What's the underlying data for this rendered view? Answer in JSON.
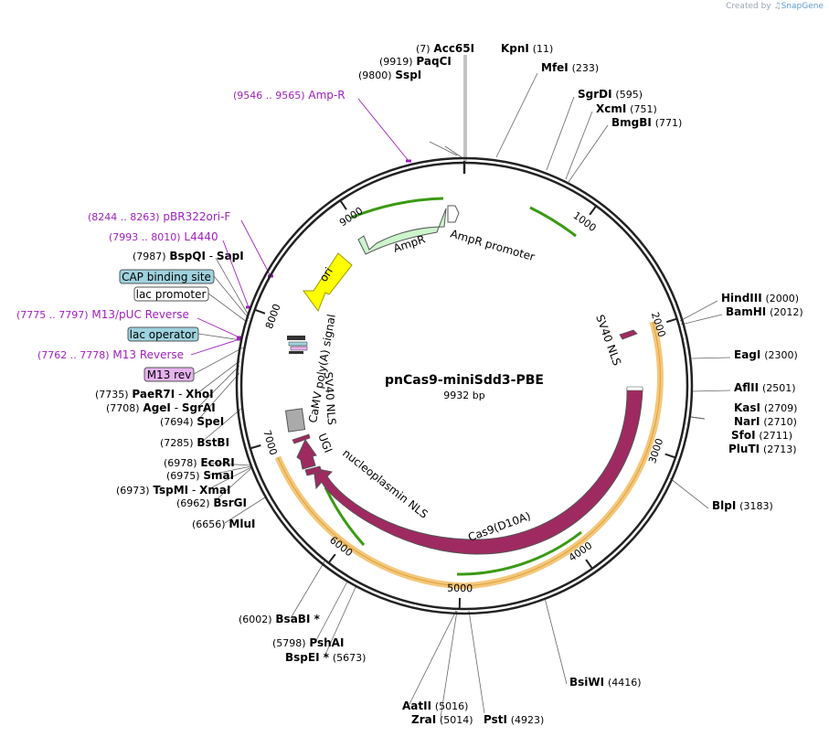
{
  "credit": {
    "prefix": "Created by",
    "brand": "SnapGene"
  },
  "plasmid": {
    "name": "pnCas9-miniSdd3-PBE",
    "size_label": "9932 bp",
    "length": 9932
  },
  "ticks": [
    "1000",
    "2000",
    "3000",
    "4000",
    "5000",
    "6000",
    "7000",
    "8000",
    "9000"
  ],
  "colors": {
    "ampr": "#ccf5cc",
    "ori": "#ffff00",
    "cas9": "#9e2a61",
    "sv40": "#9e2a61",
    "lac_box": "#9ed2de",
    "m13rev_box": "#e6b2ef",
    "primer": "#a020c0",
    "orf": "#3a9a12",
    "ori_stroke": "#999900",
    "label_line": "#666666",
    "hl": "#f5c77a"
  },
  "enzymes": [
    {
      "name": "Acc65I",
      "pos": "7"
    },
    {
      "name": "KpnI",
      "pos": "11"
    },
    {
      "name": "PaqCI",
      "pos": "9919"
    },
    {
      "name": "SspI",
      "pos": "9800"
    },
    {
      "name": "MfeI",
      "pos": "233"
    },
    {
      "name": "SgrDI",
      "pos": "595"
    },
    {
      "name": "XcmI",
      "pos": "751"
    },
    {
      "name": "BmgBI",
      "pos": "771"
    },
    {
      "name": "HindIII",
      "pos": "2000"
    },
    {
      "name": "BamHI",
      "pos": "2012"
    },
    {
      "name": "EagI",
      "pos": "2300"
    },
    {
      "name": "AflII",
      "pos": "2501"
    },
    {
      "name": "KasI",
      "pos": "2709"
    },
    {
      "name": "NarI",
      "pos": "2710"
    },
    {
      "name": "SfoI",
      "pos": "2711"
    },
    {
      "name": "PluTI",
      "pos": "2713"
    },
    {
      "name": "BlpI",
      "pos": "3183"
    },
    {
      "name": "BsiWI",
      "pos": "4416"
    },
    {
      "name": "PstI",
      "pos": "4923"
    },
    {
      "name": "ZraI",
      "pos": "5014"
    },
    {
      "name": "AatII",
      "pos": "5016"
    },
    {
      "name": "BspEI *",
      "pos": "5673"
    },
    {
      "name": "PshAI",
      "pos": "5798"
    },
    {
      "name": "BsaBI *",
      "pos": "6002"
    },
    {
      "name": "MluI",
      "pos": "6656"
    },
    {
      "name": "BsrGI",
      "pos": "6962"
    },
    {
      "name": "TspMI",
      "name2": "XmaI",
      "pos": "6973"
    },
    {
      "name": "SmaI",
      "pos": "6975"
    },
    {
      "name": "EcoRI",
      "pos": "6978"
    },
    {
      "name": "BstBI",
      "pos": "7285"
    },
    {
      "name": "SpeI",
      "pos": "7694"
    },
    {
      "name": "AgeI",
      "name2": "SgrAI",
      "pos": "7708"
    },
    {
      "name": "PaeR7I",
      "name2": "XhoI",
      "pos": "7735"
    },
    {
      "name": "BspQI",
      "name2": "SapI",
      "pos": "7987"
    }
  ],
  "primers": [
    {
      "range": "(9546 .. 9565)",
      "name": "Amp-R"
    },
    {
      "range": "(8244 .. 8263)",
      "name": "pBR322ori-F"
    },
    {
      "range": "(7993 .. 8010)",
      "name": "L4440"
    },
    {
      "range": "(7775 .. 7797)",
      "name": "M13/pUC Reverse"
    },
    {
      "range": "(7762 .. 7778)",
      "name": "M13 Reverse"
    }
  ],
  "boxed_features": [
    "CAP binding site",
    "lac promoter",
    "lac operator",
    "M13 rev"
  ],
  "features": {
    "ampr": "AmpR",
    "ampr_promoter": "AmpR promoter",
    "ori": "ori",
    "sv40_nls_right": "SV40 NLS",
    "cas9": "Cas9(D10A)",
    "nucleoplasmin": "nucleoplasmin NLS",
    "ugi": "UGI",
    "sv40_nls_left": "SV40 NLS",
    "camv": "CaMV poly(A) signal"
  }
}
